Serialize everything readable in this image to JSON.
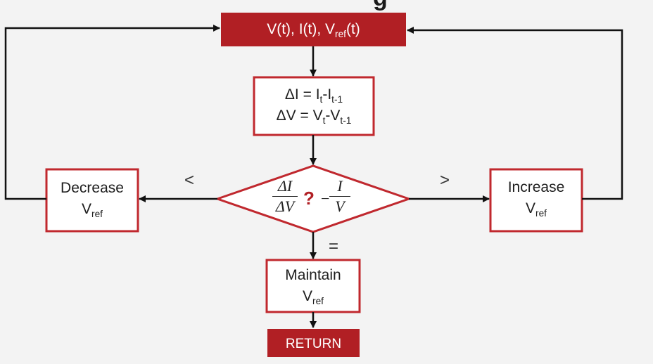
{
  "colors": {
    "accent": "#b11f24",
    "box_border": "#c0282e",
    "background": "#f3f3f3",
    "arrow": "#111111"
  },
  "header": {
    "title_fragment": "g"
  },
  "nodes": {
    "measure": {
      "main": "V(t), I(t), V",
      "sub": "ref",
      "tail": "(t)"
    },
    "deltas": {
      "line1": {
        "a": "ΔI = I",
        "s1": "t",
        "b": "-I",
        "s2": "t-1"
      },
      "line2": {
        "a": "ΔV = V",
        "s1": "t",
        "b": "-V",
        "s2": "t-1"
      }
    },
    "decision": {
      "frac1_num": "ΔI",
      "frac1_den": "ΔV",
      "question": "?",
      "minus": "−",
      "frac2_num": "I",
      "frac2_den": "V"
    },
    "decrease": {
      "line1": "Decrease",
      "line2": "V",
      "sub": "ref"
    },
    "increase": {
      "line1": "Increase",
      "line2": "V",
      "sub": "ref"
    },
    "maintain": {
      "line1": "Maintain",
      "line2": "V",
      "sub": "ref"
    },
    "return": {
      "label": "RETURN"
    }
  },
  "edge_labels": {
    "less": "<",
    "greater": ">",
    "equal": "="
  }
}
